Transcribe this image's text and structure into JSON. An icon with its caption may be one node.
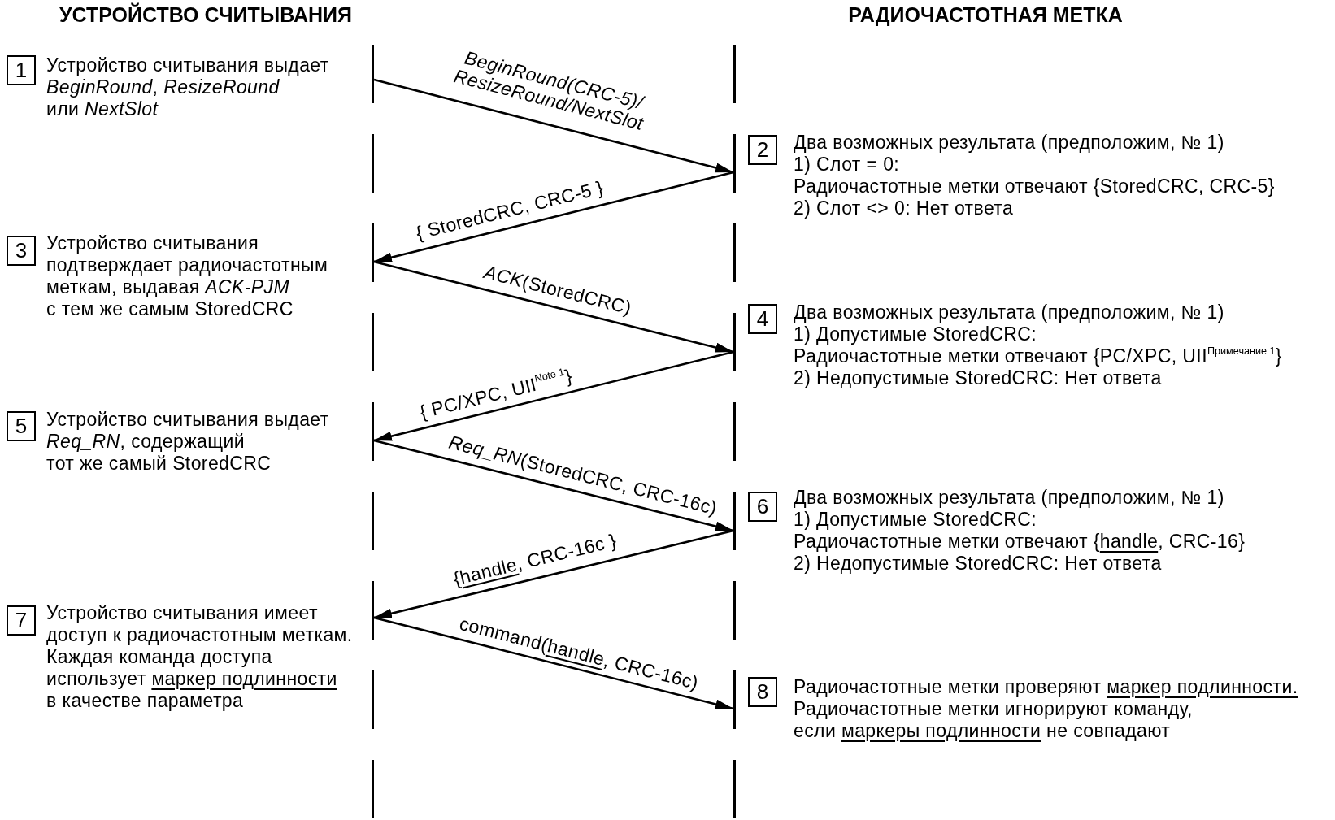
{
  "diagram": {
    "nodes": [
      {
        "text": [],
        "shape": "line"
      },
      {
        "text": [],
        "shape": "line"
      },
      {
        "text": [
          "1"
        ],
        "beside": [
          "Устройство считывания выдает *BeginRound*, *ResizeRound* или *NextSlot*"
        ]
      },
      {
        "text": [
          "2"
        ],
        "beside": [
          "Два возможных результата (предположим, № 1) 1) Слот = 0: Радиочастотные метки отвечают {StoredCRC, CRC-5} 2) Слот <> 0: Нет ответа"
        ]
      },
      {
        "text": [
          "3"
        ],
        "beside": [
          "Устройство считывания подтверждает радиочастотным меткам, выдавая *ACK-PJM* с тем же самым StoredCRC"
        ]
      },
      {
        "text": [
          "4"
        ],
        "beside": [
          "Два возможных результата (предположим, № 1) 1) Допустимые StoredCRC: Радиочастотные метки отвечают {PC/XPC, UII$^{Примечание 1}$} 2) Недопустимые StoredCRC: Нет ответа"
        ]
      },
      {
        "text": [
          "5"
        ],
        "beside": [
          "Устройство считывания выдает *Req_RN*, содержащий тот же самый StoredCRC"
        ]
      },
      {
        "text": [
          "6"
        ],
        "beside": [
          "Два возможных результата (предположим, № 1) 1) Допустимые StoredCRC: Радиочастотные метки отвечают {handle, CRC-16} 2) Недопустимые StoredCRC: Нет ответа"
        ]
      },
      {
        "text": [
          "7"
        ],
        "beside": [
          "Устройство считывания имеет доступ к радиочастотным меткам. Каждая команда доступа использует маркер подлинности в качестве параметра"
        ]
      },
      {
        "text": [
          "8"
        ],
        "beside": [
          "Радиочастотные метки проверяют маркер подлинности. Радиочастотные метки игнорируют команду, если маркеры подлинности не совпадают"
        ]
      }
    ],
    "edges": [
      {
        "from": 0,
        "to": 1,
        "arrow": "to",
        "label": "BeginRound(CRC-5)/ ResizeRound/NextSlot"
      },
      {
        "from": 1,
        "to": 0,
        "arrow": "to",
        "label": "{ StoredCRC, CRC-5 }"
      },
      {
        "from": 0,
        "to": 1,
        "arrow": "to",
        "label": "*ACK*(StoredCRC)"
      },
      {
        "from": 1,
        "to": 0,
        "arrow": "to",
        "label": "{ PC/XPC, UII$^{Note 1}$}"
      },
      {
        "from": 0,
        "to": 1,
        "arrow": "to",
        "label": "*Req_RN*(StoredCRC, CRC-16c)"
      },
      {
        "from": 1,
        "to": 0,
        "arrow": "to",
        "label": "{handle, CRC-16c }"
      },
      {
        "from": 0,
        "to": 1,
        "arrow": "to",
        "label": "command(handle, CRC-16c)"
      }
    ],
    "labels": [
      "УСТРОЙСТВО СЧИТЫВАНИЯ",
      "РАДИОЧАСТОТНАЯ МЕТКА"
    ]
  }
}
